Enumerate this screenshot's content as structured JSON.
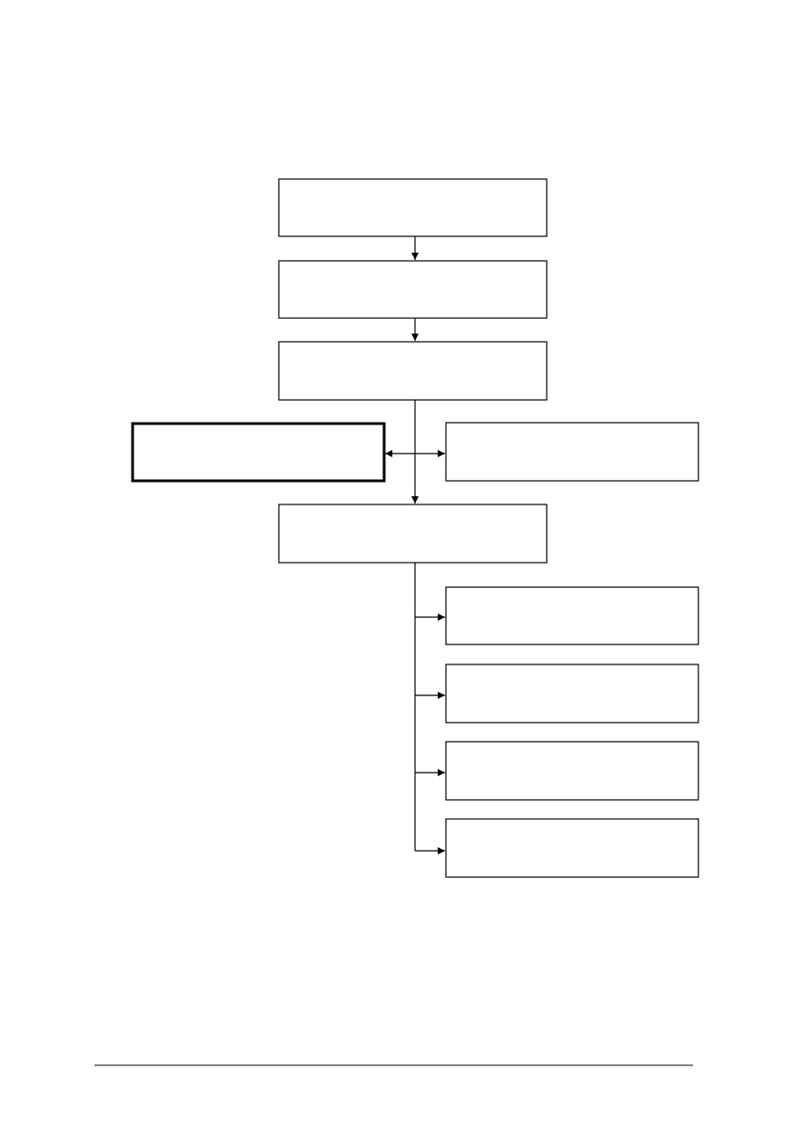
{
  "diagram": {
    "boxes": [
      {
        "id": "step-1",
        "label": ""
      },
      {
        "id": "step-2",
        "label": ""
      },
      {
        "id": "step-3",
        "label": ""
      },
      {
        "id": "side-left",
        "label": ""
      },
      {
        "id": "side-right",
        "label": ""
      },
      {
        "id": "step-4",
        "label": ""
      },
      {
        "id": "branch-1",
        "label": ""
      },
      {
        "id": "branch-2",
        "label": ""
      },
      {
        "id": "branch-3",
        "label": ""
      },
      {
        "id": "branch-4",
        "label": ""
      }
    ]
  },
  "footer": {
    "text": ""
  }
}
